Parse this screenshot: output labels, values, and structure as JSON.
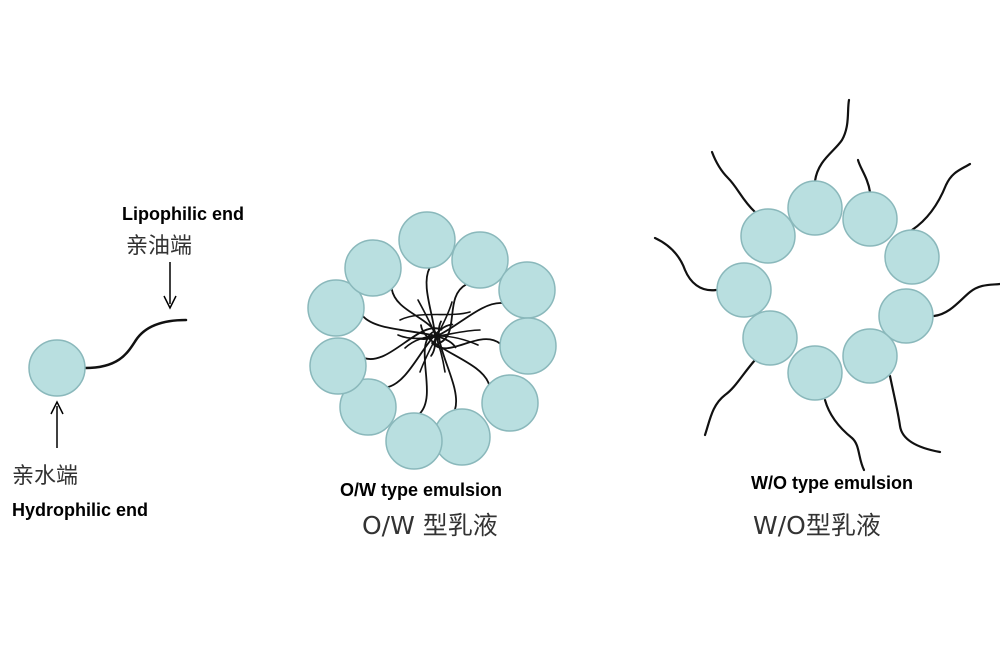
{
  "surfactant": {
    "lipophilic_en": "Lipophilic end",
    "lipophilic_zh": "亲油端",
    "hydrophilic_zh": "亲水端",
    "hydrophilic_en": "Hydrophilic end"
  },
  "ow": {
    "title_en": "O/W type emulsion",
    "title_zh": "O/W 型乳液"
  },
  "wo": {
    "title_en": "W/O type emulsion",
    "title_zh": "W/O型乳液"
  },
  "colors": {
    "head_fill": "#b9dfe0",
    "head_stroke": "#8ab8bb",
    "tail": "#111111",
    "background": "#ffffff"
  }
}
